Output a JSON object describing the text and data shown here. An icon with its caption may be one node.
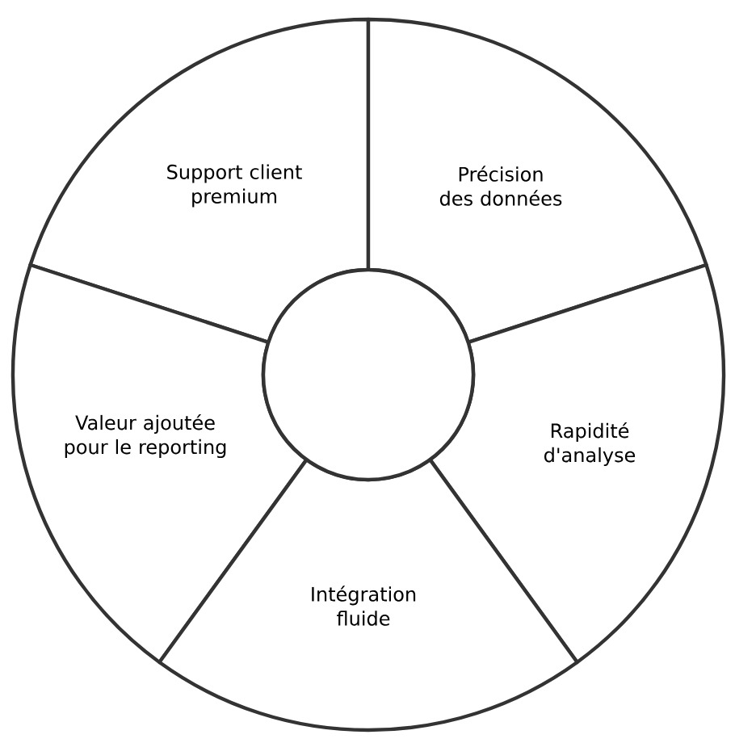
{
  "diagram": {
    "nodes": [
      {
        "text": [
          "Support client premium"
        ]
      },
      {
        "text": [
          "Précision des données"
        ]
      },
      {
        "text": [
          "Valeur ajoutée pour le reporting"
        ]
      },
      {
        "text": [
          "Rapidité d'analyse"
        ]
      },
      {
        "text": [
          "Intégration fluide"
        ]
      },
      {
        "text": [],
        "shape": "circle"
      }
    ]
  }
}
